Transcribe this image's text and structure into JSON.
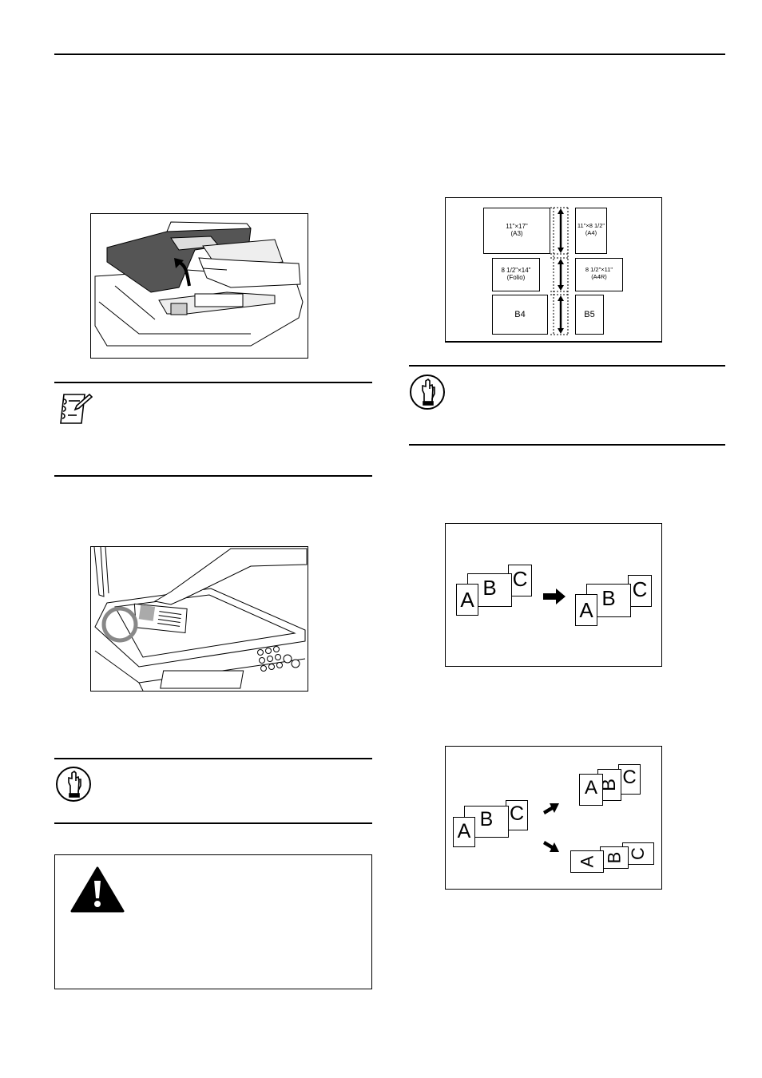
{
  "paper_sizes": {
    "row1_left": [
      "11\"×17\"",
      "(A3)"
    ],
    "row1_right": [
      "11\"×8 1/2\"",
      "(A4)"
    ],
    "row2_left": [
      "8 1/2\"×14\"",
      "(Folio)"
    ],
    "row2_right": [
      "8 1/2\"×11\"",
      "(A4R)"
    ],
    "row3_left": "B4",
    "row3_right": "B5"
  },
  "order_diagram": {
    "before": [
      "A",
      "B",
      "C"
    ],
    "after": [
      "A",
      "B",
      "C"
    ]
  },
  "orientation_diagram": {
    "source": [
      "A",
      "B",
      "C"
    ],
    "upright": [
      "A",
      "B",
      "C"
    ],
    "rotated": [
      "A",
      "B",
      "C"
    ]
  },
  "icons": {
    "note": "notepad-icon",
    "important": "pointing-hand-icon",
    "warning": "warning-triangle-icon"
  }
}
